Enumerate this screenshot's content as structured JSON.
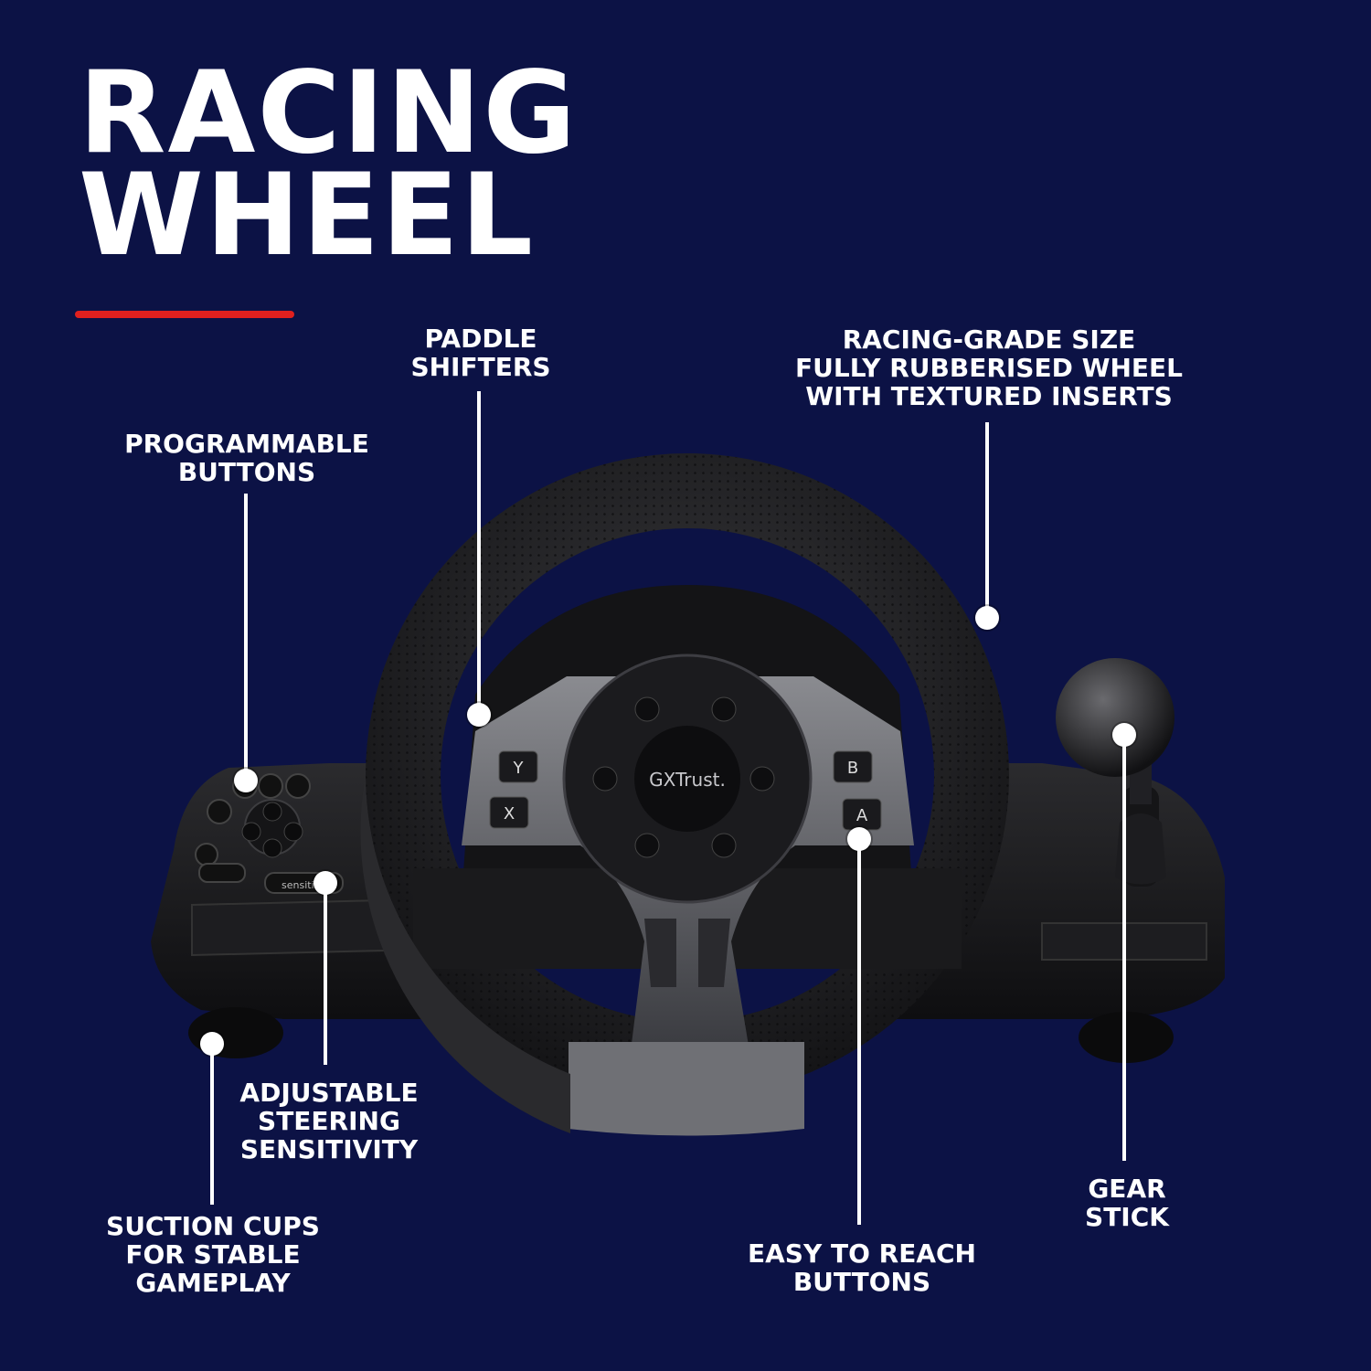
{
  "headline": {
    "line1": "RACING",
    "line2": "WHEEL"
  },
  "brand": {
    "logo_text": "GXTrust."
  },
  "wheel_buttons": {
    "y": "Y",
    "x": "X",
    "b": "B",
    "a": "A"
  },
  "console": {
    "sensitivity_text": "sensitivity"
  },
  "callouts": {
    "paddle": {
      "line1": "PADDLE",
      "line2": "SHIFTERS"
    },
    "wheel_size": {
      "line1": "RACING-GRADE SIZE",
      "line2": "FULLY RUBBERISED WHEEL",
      "line3": "WITH TEXTURED INSERTS"
    },
    "programmable": {
      "line1": "PROGRAMMABLE",
      "line2": "BUTTONS"
    },
    "sensitivity": {
      "line1": "ADJUSTABLE",
      "line2": "STEERING",
      "line3": "SENSITIVITY"
    },
    "suction": {
      "line1": "SUCTION CUPS",
      "line2": "FOR STABLE",
      "line3": "GAMEPLAY"
    },
    "reach_buttons": {
      "line1": "EASY TO REACH",
      "line2": "BUTTONS"
    },
    "gear": {
      "line1": "GEAR",
      "line2": "STICK"
    }
  },
  "colors": {
    "background": "#0c1245",
    "accent": "#e0201e",
    "text": "#ffffff"
  }
}
